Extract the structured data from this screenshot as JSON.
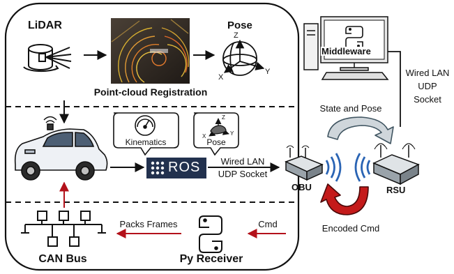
{
  "labels": {
    "lidar": "LiDAR",
    "pose_top": "Pose",
    "registration": "Point-cloud Registration",
    "kinematics": "Kinematics",
    "pose_bubble": "Pose",
    "ros": "ROS",
    "wired_lan_left": "Wired LAN",
    "udp_socket_left": "UDP Socket",
    "obu": "OBU",
    "rsu": "RSU",
    "middleware": "Middleware",
    "wired_lan_right": "Wired LAN",
    "udp_right": "UDP",
    "socket_right": "Socket",
    "state_and_pose": "State and Pose",
    "encoded_cmd": "Encoded Cmd",
    "packs_frames": "Packs Frames",
    "cmd": "Cmd",
    "can_bus": "CAN Bus",
    "py_receiver": "Py Receiver",
    "axis_z": "Z",
    "axis_x": "X",
    "axis_y": "Y",
    "axis_z_small": "Z",
    "axis_x_small": "X",
    "axis_y_small": "Y"
  },
  "icons": [
    "lidar-sensor-icon",
    "point-cloud-image",
    "pose-axes-icon",
    "car-icon",
    "speedometer-icon",
    "pose-car-icon",
    "ros-logo",
    "obu-router-icon",
    "rsu-router-icon",
    "computer-icon",
    "python-logo",
    "can-bus-icon",
    "wifi-wave-icon"
  ],
  "colors": {
    "ros_bg": "#22314e",
    "red_arrow": "#b3111a",
    "grey_arrow_fill": "#cfd6db",
    "grey_arrow_stroke": "#3f5460",
    "car_body": "#eef1f5"
  }
}
